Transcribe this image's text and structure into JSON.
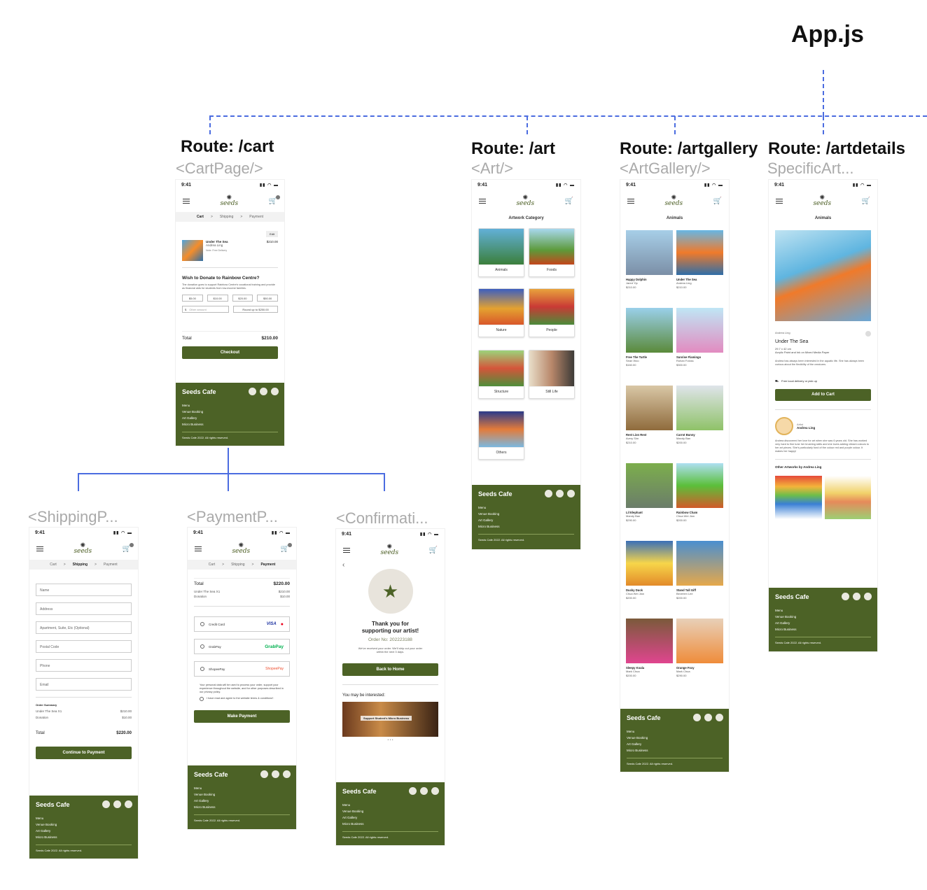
{
  "app_title": "App.js",
  "routes": [
    {
      "route": "Route: /cart",
      "component": "<CartPage/>"
    },
    {
      "route": "Route: /art",
      "component": "<Art/>"
    },
    {
      "route": "Route: /artgallery",
      "component": "<ArtGallery/>"
    },
    {
      "route": "Route: /artdetails",
      "component": "SpecificArt..."
    }
  ],
  "subcomponents": [
    "<ShippingP...",
    "<PaymentP...",
    "<Confirmati..."
  ],
  "phone": {
    "time": "9:41",
    "signal": "▮▮ ◠ ▬",
    "logo": "seeds",
    "sun": "✺"
  },
  "steps": {
    "cart": "Cart",
    "shipping": "Shipping",
    "payment": "Payment",
    "sep": ">"
  },
  "footer": {
    "title": "Seeds Cafe",
    "links": [
      "Menu",
      "Venue Booking",
      "Art Gallery",
      "Micro Business"
    ],
    "copy": "Seeds Cafe 2022. All rights reserved."
  },
  "cart": {
    "edit": "Edit",
    "item_title": "Under The Sea",
    "item_artist": "Andrea Ling",
    "item_note": "Note: Free Delivery",
    "item_price": "$210.00",
    "donate_title": "Wish to Donate to Rainbow Centre?",
    "donate_text": "The donation goes to support Rainbow Centre's vocational training and provide as financial aids for students from low-income families.",
    "amounts": [
      "$5.00",
      "$10.00",
      "$20.00",
      "$50.00"
    ],
    "currency": "$",
    "other": "Other amount",
    "roundup": "Round up to $250.00",
    "total_label": "Total",
    "total": "$210.00",
    "checkout": "Checkout"
  },
  "art": {
    "heading": "Artwork Category",
    "categories": [
      "Animals",
      "Foods",
      "Nature",
      "People",
      "Structure",
      "Still Life",
      "Others"
    ]
  },
  "gallery": {
    "heading": "Animals",
    "items": [
      {
        "t": "Happy Dolphin",
        "a": "Jared Yip",
        "p": "$210.00"
      },
      {
        "t": "Under The Sea",
        "a": "Andrea Ling",
        "p": "$210.00"
      },
      {
        "t": "Free The Turtle",
        "a": "Sean Woo",
        "p": "$160.00"
      },
      {
        "t": "Sunrise Flamingo",
        "a": "Rohan Foloss",
        "p": "$300.00"
      },
      {
        "t": "Rest Lion Rest",
        "a": "Avery Sim",
        "p": "$210.00"
      },
      {
        "t": "Carrot Bunny",
        "a": "Mandy Ban",
        "p": "$200.00"
      },
      {
        "t": "Lil Elephant",
        "a": "Mandy Ban",
        "p": "$290.00"
      },
      {
        "t": "Rainbow Cham",
        "a": "Chua Wei Jian",
        "p": "$200.00"
      },
      {
        "t": "Ducky Duck",
        "a": "Chua Wei Jian",
        "p": "$200.00"
      },
      {
        "t": "Stand Tall Giff",
        "a": "Beverlen Lee",
        "p": "$200.00"
      },
      {
        "t": "Sleepy Koala",
        "a": "Mark Chua",
        "p": "$200.00"
      },
      {
        "t": "Orange Foxy",
        "a": "Mark Chua",
        "p": "$290.00"
      }
    ]
  },
  "details": {
    "heading": "Animals",
    "artist_small": "Andrea Ling",
    "title": "Under The Sea",
    "specs": [
      "29.7 x 42 cm",
      "Acrylic Paint and Ink on Mixed Media Paper"
    ],
    "desc": "Andrea has always been interested in the aquatic life. She has always been curious about the flexibility of the creatures.",
    "delivery": "Free local delivery or pick up",
    "add": "Add to Cart",
    "artist_label": "Artist",
    "artist_name": "Andrea Ling",
    "bio": "Andrea discovered her love for art when she was 6 years old. She has worked very hard to fine tune her brushing skills and she loves adding vibrant colours to her art pieces. She's particularly fond of the colour red and purple colour. It makes her happy!",
    "other": "Other Artworks by Andrea Ling"
  },
  "shipping": {
    "fields": [
      "Name",
      "Address",
      "Apartment, Suite, Etc (Optional)",
      "Postal Code",
      "Phone",
      "Email"
    ],
    "summary": "Order Summary",
    "line1": "Under The Sea X1",
    "line1_v": "$210.00",
    "line2": "Donation",
    "line2_v": "$10.00",
    "total_label": "Total",
    "total": "$220.00",
    "continue": "Continue to Payment"
  },
  "payment": {
    "total_label": "Total",
    "total": "$220.00",
    "line1": "Under The Sea X1",
    "line1_v": "$210.00",
    "line2": "Donation",
    "line2_v": "$10.00",
    "methods": [
      "Credit Card",
      "GrabPay",
      "ShopeePay"
    ],
    "brands": [
      "VISA",
      "GrabPay",
      "ShopeePay"
    ],
    "privacy": "Your personal data will be used to process your order, support your experience throughout the website, and for other purposes described in our privacy policy.",
    "agree": "I have read and agree to the website terms & conditions*.",
    "make": "Make Payment"
  },
  "confirm": {
    "back_arrow": "‹",
    "thanks": "Thank you for supporting our artist!",
    "order": "Order No: 202223188",
    "msg": "We've received your order. We'll ship out your order within the next 3 days.",
    "home": "Back to Home",
    "interested": "You may be interested:",
    "banner": "Support Student's Micro Business"
  },
  "colors": {
    "brand": "#4c6226",
    "connector": "#4b6ce0"
  }
}
